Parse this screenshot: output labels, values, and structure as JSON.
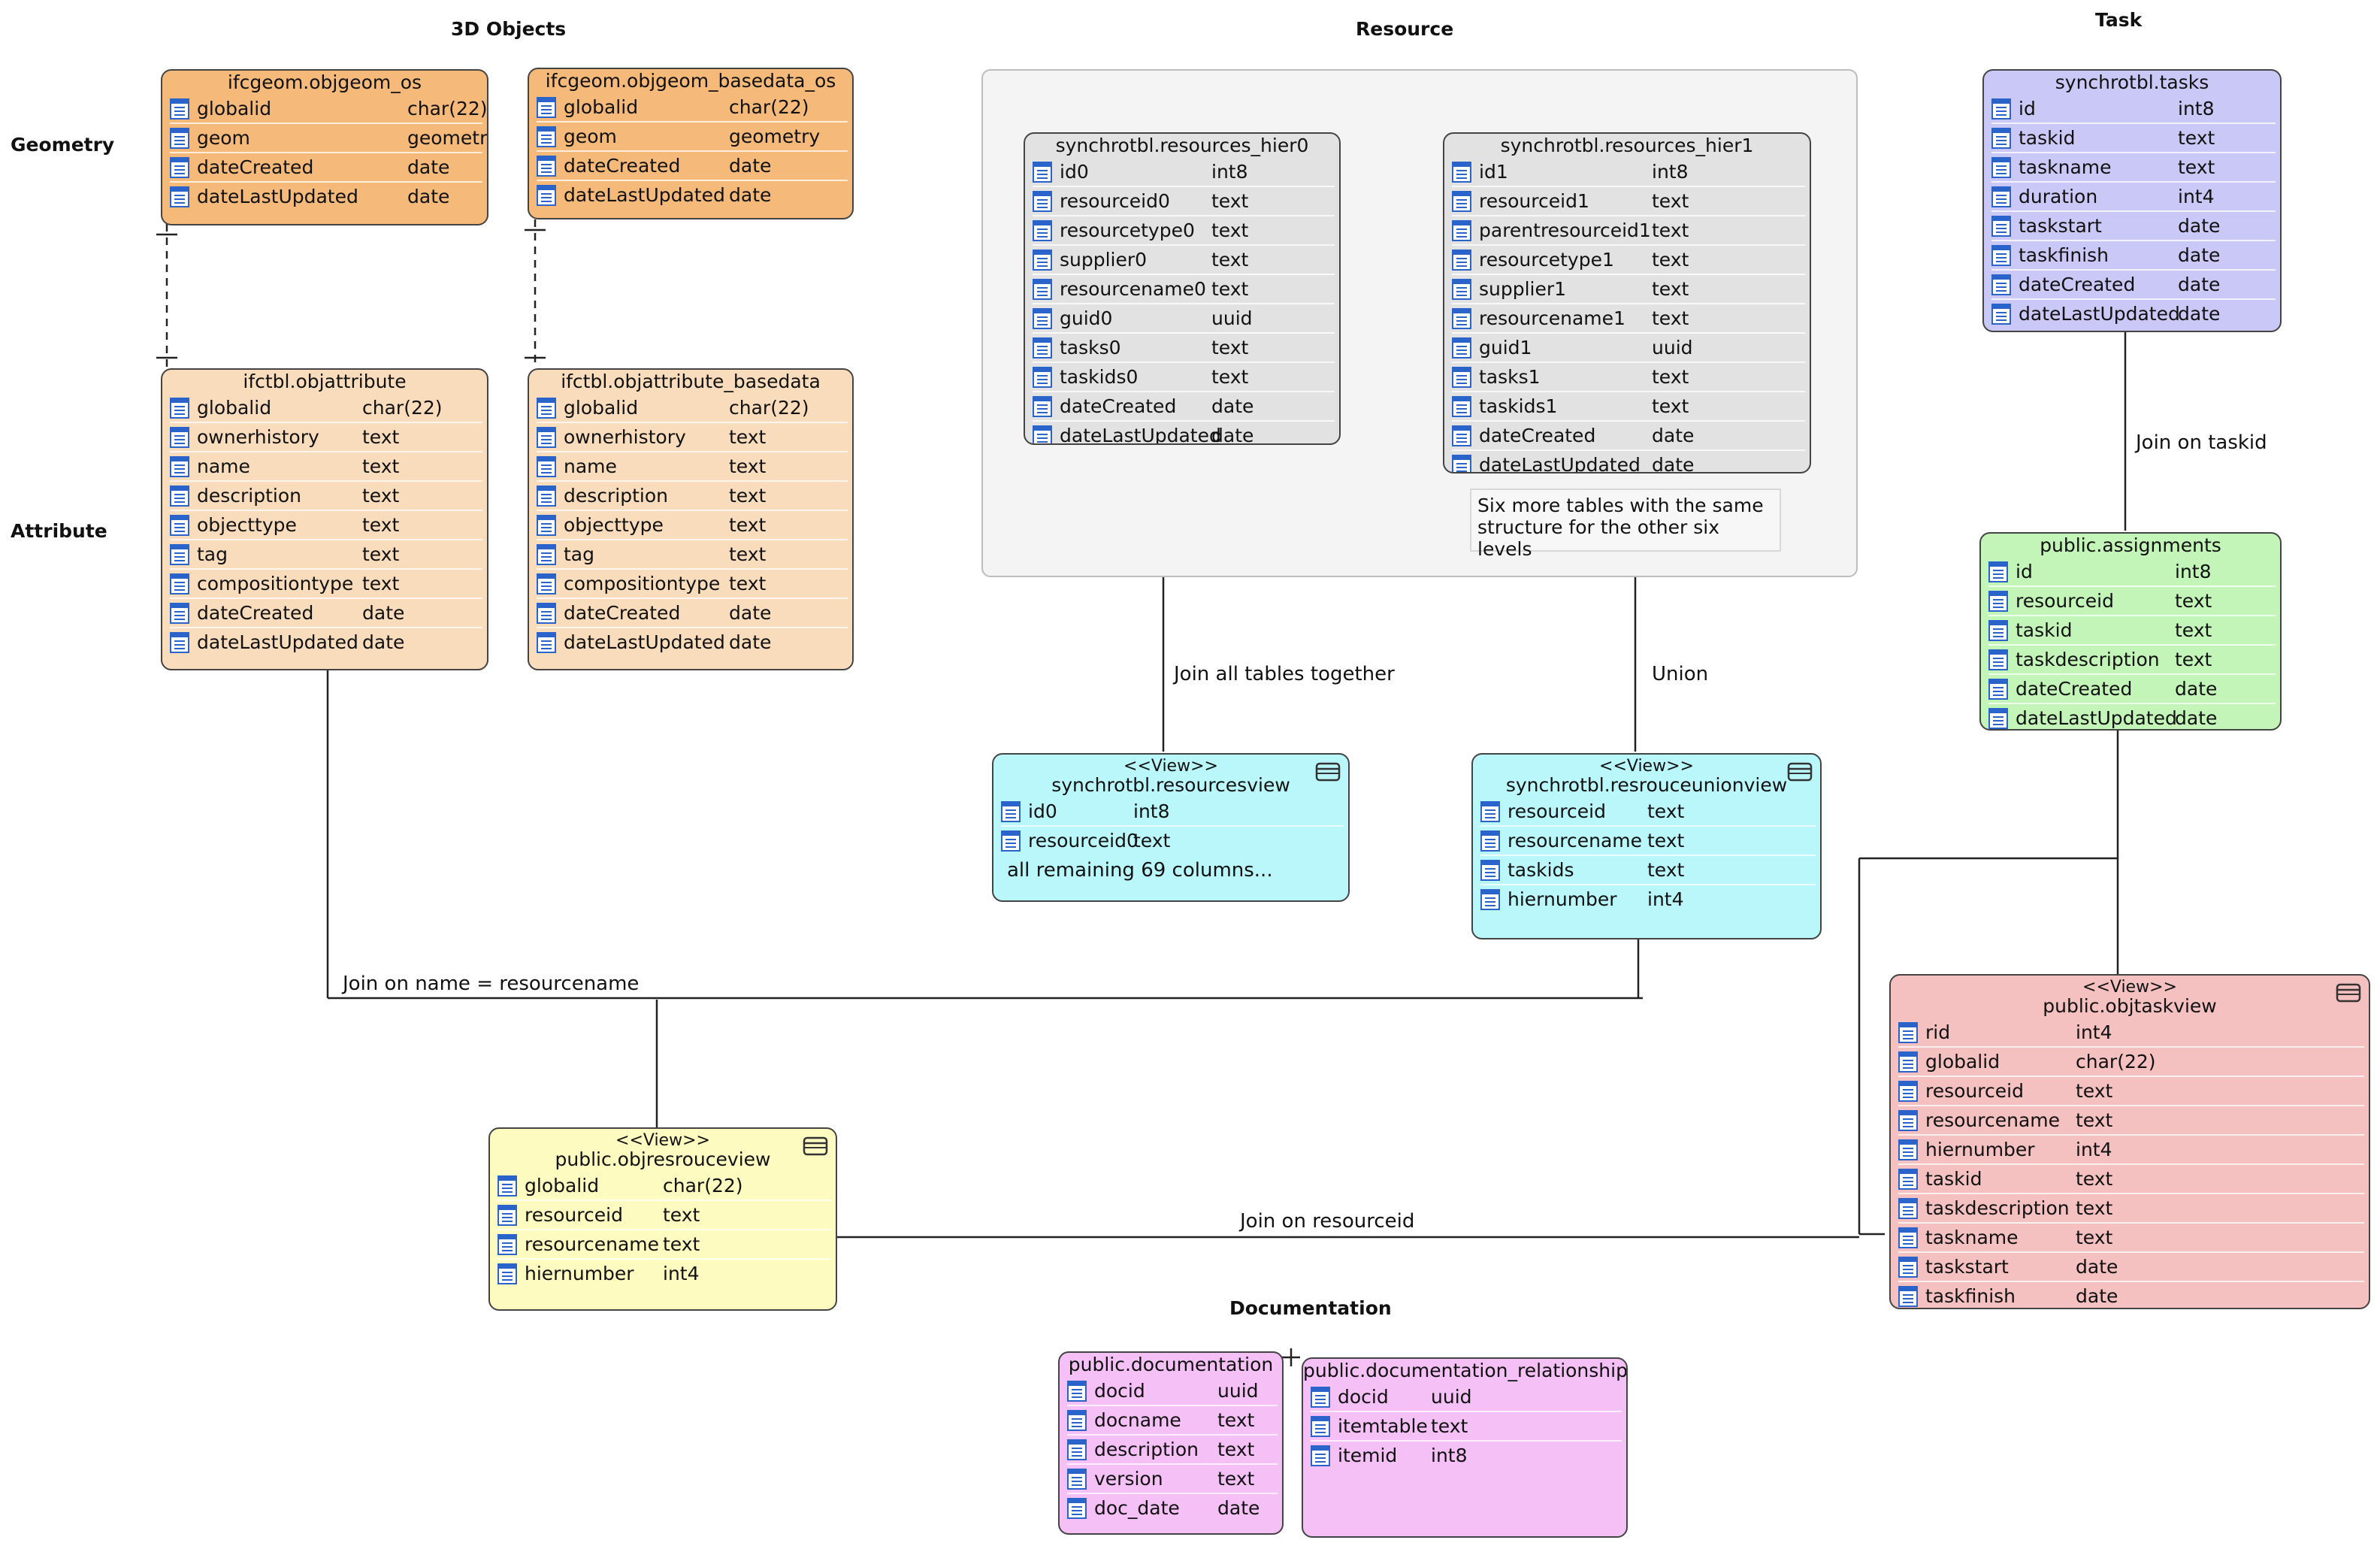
{
  "sections": {
    "objects3d": "3D Objects",
    "resource": "Resource",
    "task": "Task",
    "geometry": "Geometry",
    "attribute": "Attribute",
    "documentation": "Documentation"
  },
  "joins": {
    "join_all": "Join all tables together",
    "union": "Union",
    "join_taskid": "Join on taskid",
    "join_name": "Join on name = resourcename",
    "join_resourceid": "Join on resourceid"
  },
  "note": "Six more tables with the same structure for the other six levels",
  "tables": {
    "objgeom_os": {
      "title": "ifcgeom.objgeom_os",
      "columns": [
        [
          "globalid",
          "char(22)"
        ],
        [
          "geom",
          "geometry"
        ],
        [
          "dateCreated",
          "date"
        ],
        [
          "dateLastUpdated",
          "date"
        ]
      ]
    },
    "objgeom_basedata_os": {
      "title": "ifcgeom.objgeom_basedata_os",
      "columns": [
        [
          "globalid",
          "char(22)"
        ],
        [
          "geom",
          "geometry"
        ],
        [
          "dateCreated",
          "date"
        ],
        [
          "dateLastUpdated",
          "date"
        ]
      ]
    },
    "objattribute": {
      "title": "ifctbl.objattribute",
      "columns": [
        [
          "globalid",
          "char(22)"
        ],
        [
          "ownerhistory",
          "text"
        ],
        [
          "name",
          "text"
        ],
        [
          "description",
          "text"
        ],
        [
          "objecttype",
          "text"
        ],
        [
          "tag",
          "text"
        ],
        [
          "compositiontype",
          "text"
        ],
        [
          "dateCreated",
          "date"
        ],
        [
          "dateLastUpdated",
          "date"
        ]
      ]
    },
    "objattribute_basedata": {
      "title": "ifctbl.objattribute_basedata",
      "columns": [
        [
          "globalid",
          "char(22)"
        ],
        [
          "ownerhistory",
          "text"
        ],
        [
          "name",
          "text"
        ],
        [
          "description",
          "text"
        ],
        [
          "objecttype",
          "text"
        ],
        [
          "tag",
          "text"
        ],
        [
          "compositiontype",
          "text"
        ],
        [
          "dateCreated",
          "date"
        ],
        [
          "dateLastUpdated",
          "date"
        ]
      ]
    },
    "resources_hier0": {
      "title": "synchrotbl.resources_hier0",
      "columns": [
        [
          "id0",
          "int8"
        ],
        [
          "resourceid0",
          "text"
        ],
        [
          "resourcetype0",
          "text"
        ],
        [
          "supplier0",
          "text"
        ],
        [
          "resourcename0",
          "text"
        ],
        [
          "guid0",
          "uuid"
        ],
        [
          "tasks0",
          "text"
        ],
        [
          "taskids0",
          "text"
        ],
        [
          "dateCreated",
          "date"
        ],
        [
          "dateLastUpdated",
          "date"
        ]
      ]
    },
    "resources_hier1": {
      "title": "synchrotbl.resources_hier1",
      "columns": [
        [
          "id1",
          "int8"
        ],
        [
          "resourceid1",
          "text"
        ],
        [
          "parentresourceid1",
          "text"
        ],
        [
          "resourcetype1",
          "text"
        ],
        [
          "supplier1",
          "text"
        ],
        [
          "resourcename1",
          "text"
        ],
        [
          "guid1",
          "uuid"
        ],
        [
          "tasks1",
          "text"
        ],
        [
          "taskids1",
          "text"
        ],
        [
          "dateCreated",
          "date"
        ],
        [
          "dateLastUpdated",
          "date"
        ]
      ]
    },
    "tasks": {
      "title": "synchrotbl.tasks",
      "columns": [
        [
          "id",
          "int8"
        ],
        [
          "taskid",
          "text"
        ],
        [
          "taskname",
          "text"
        ],
        [
          "duration",
          "int4"
        ],
        [
          "taskstart",
          "date"
        ],
        [
          "taskfinish",
          "date"
        ],
        [
          "dateCreated",
          "date"
        ],
        [
          "dateLastUpdated",
          "date"
        ]
      ]
    },
    "assignments": {
      "title": "public.assignments",
      "columns": [
        [
          "id",
          "int8"
        ],
        [
          "resourceid",
          "text"
        ],
        [
          "taskid",
          "text"
        ],
        [
          "taskdescription",
          "text"
        ],
        [
          "dateCreated",
          "date"
        ],
        [
          "dateLastUpdated",
          "date"
        ]
      ]
    },
    "resourcesview": {
      "stereotype": "<<View>>",
      "title": "synchrotbl.resourcesview",
      "columns": [
        [
          "id0",
          "int8"
        ],
        [
          "resourceid0",
          "text"
        ]
      ],
      "extra": "all remaining 69 columns..."
    },
    "resrouceunionview": {
      "stereotype": "<<View>>",
      "title": "synchrotbl.resrouceunionview",
      "columns": [
        [
          "resourceid",
          "text"
        ],
        [
          "resourcename",
          "text"
        ],
        [
          "taskids",
          "text"
        ],
        [
          "hiernumber",
          "int4"
        ]
      ]
    },
    "objtaskview": {
      "stereotype": "<<View>>",
      "title": "public.objtaskview",
      "columns": [
        [
          "rid",
          "int4"
        ],
        [
          "globalid",
          "char(22)"
        ],
        [
          "resourceid",
          "text"
        ],
        [
          "resourcename",
          "text"
        ],
        [
          "hiernumber",
          "int4"
        ],
        [
          "taskid",
          "text"
        ],
        [
          "taskdescription",
          "text"
        ],
        [
          "taskname",
          "text"
        ],
        [
          "taskstart",
          "date"
        ],
        [
          "taskfinish",
          "date"
        ]
      ]
    },
    "objresrouceview": {
      "stereotype": "<<View>>",
      "title": "public.objresrouceview",
      "columns": [
        [
          "globalid",
          "char(22)"
        ],
        [
          "resourceid",
          "text"
        ],
        [
          "resourcename",
          "text"
        ],
        [
          "hiernumber",
          "int4"
        ]
      ]
    },
    "documentation": {
      "title": "public.documentation",
      "columns": [
        [
          "docid",
          "uuid"
        ],
        [
          "docname",
          "text"
        ],
        [
          "description",
          "text"
        ],
        [
          "version",
          "text"
        ],
        [
          "doc_date",
          "date"
        ]
      ]
    },
    "documentation_relationship": {
      "title": "public.documentation_relationship",
      "columns": [
        [
          "docid",
          "uuid"
        ],
        [
          "itemtable",
          "text"
        ],
        [
          "itemid",
          "int8"
        ]
      ]
    }
  },
  "colors": {
    "geom_fill": "#f5b97a",
    "attr_fill": "#f9dcbc",
    "resource_fill": "#e2e2e2",
    "task_fill": "#c9c8f7",
    "assign_fill": "#c3f5b8",
    "view_cyan": "#baf7fb",
    "view_red": "#f4c0c0",
    "view_yellow": "#fdfbbf",
    "doc_fill": "#f4c0f5"
  }
}
